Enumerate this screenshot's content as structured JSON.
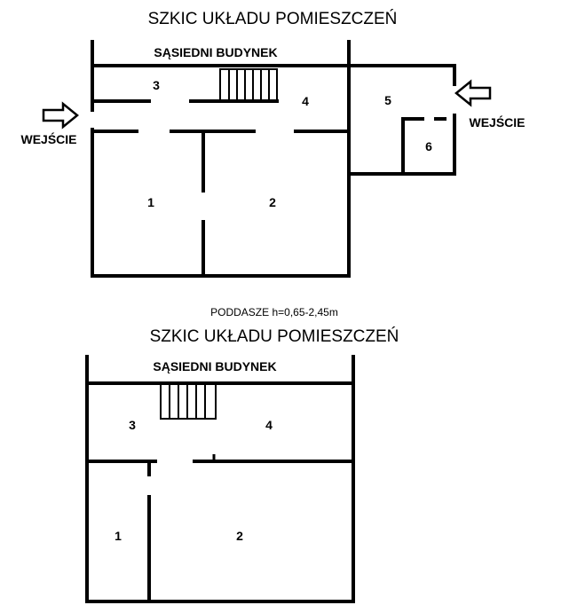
{
  "plans": [
    {
      "title": "SZKIC UKŁADU POMIESZCZEŃ",
      "neighbor_label": "SĄSIEDNI BUDYNEK",
      "entrance_left": "WEJŚCIE",
      "entrance_right": "WEJŚCIE",
      "rooms": [
        "1",
        "2",
        "3",
        "4",
        "5",
        "6"
      ]
    },
    {
      "subtitle": "PODDASZE h=0,65-2,45m",
      "title": "SZKIC UKŁADU POMIESZCZEŃ",
      "neighbor_label": "SĄSIEDNI BUDYNEK",
      "rooms": [
        "1",
        "2",
        "3",
        "4"
      ]
    }
  ]
}
